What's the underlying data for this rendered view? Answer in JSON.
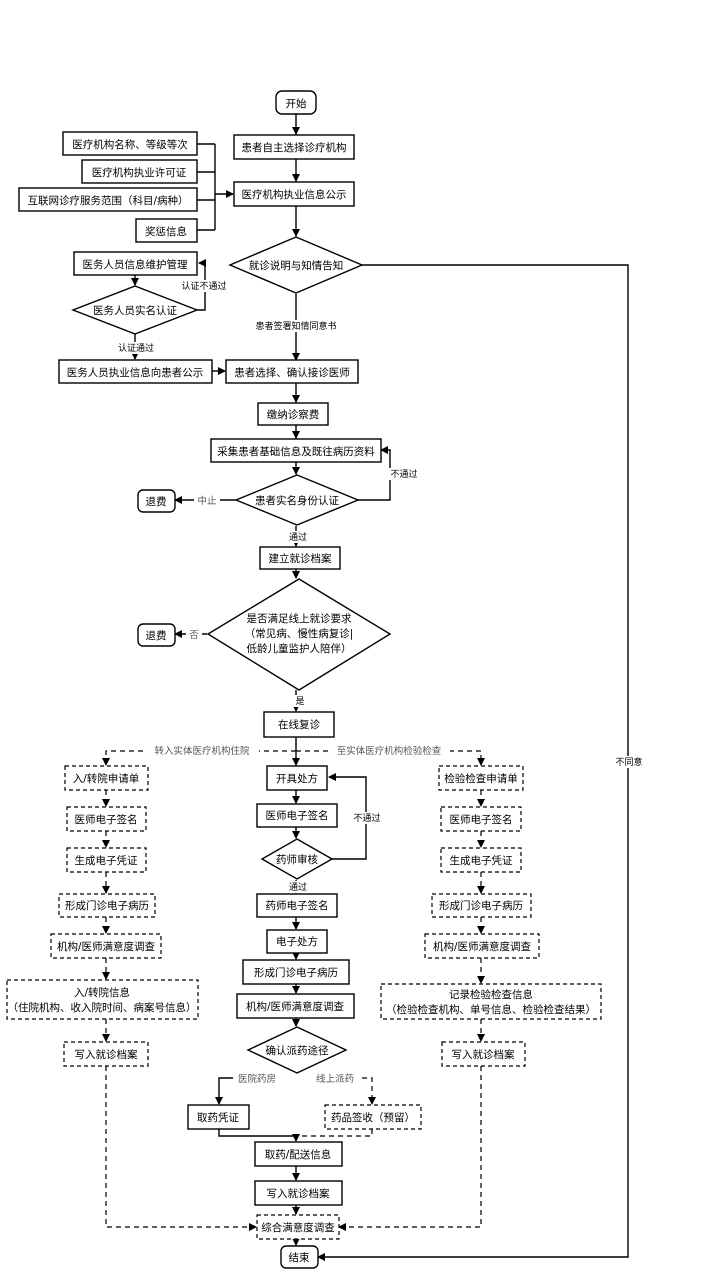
{
  "nodes": {
    "start": "开始",
    "self_select": "患者自主选择诊疗机构",
    "inst_name": "医疗机构名称、等级等次",
    "inst_license": "医疗机构执业许可证",
    "internet_scope": "互联网诊疗服务范围（科目/病种）",
    "reward": "奖惩信息",
    "inst_disclosure": "医疗机构执业信息公示",
    "informed": "就诊说明与知情告知",
    "staff_maint": "医务人员信息维护管理",
    "staff_verify": "医务人员实名认证",
    "staff_disclosure": "医务人员执业信息向患者公示",
    "choose_doctor": "患者选择、确认接诊医师",
    "pay": "缴纳诊察费",
    "collect": "采集患者基础信息及既往病历资料",
    "patient_verify": "患者实名身份认证",
    "refund1": "退费",
    "create_file": "建立就诊档案",
    "requirement_l1": "是否满足线上就诊要求",
    "requirement_l2": "（常见病、慢性病复诊|",
    "requirement_l3": "低龄儿童监护人陪伴）",
    "refund2": "退费",
    "online_revisit": "在线复诊",
    "prescribe": "开具处方",
    "doctor_sign": "医师电子签名",
    "pharm_review": "药师审核",
    "pharm_sign": "药师电子签名",
    "e_rx": "电子处方",
    "c_emr": "形成门诊电子病历",
    "c_survey": "机构/医师满意度调查",
    "dispense": "确认派药途径",
    "pickup_cert": "取药凭证",
    "drug_receipt": "药品签收（预留）",
    "pickup_info": "取药/配送信息",
    "c_archive": "写入就诊档案",
    "overall_survey": "综合满意度调查",
    "end": "结束",
    "l_apply": "入/转院申请单",
    "l_sign": "医师电子签名",
    "l_voucher": "生成电子凭证",
    "l_emr": "形成门诊电子病历",
    "l_survey": "机构/医师满意度调查",
    "l_info_l1": "入/转院信息",
    "l_info_l2": "（住院机构、收入院时间、病案号信息）",
    "l_archive": "写入就诊档案",
    "r_apply": "检验检查申请单",
    "r_sign": "医师电子签名",
    "r_voucher": "生成电子凭证",
    "r_emr": "形成门诊电子病历",
    "r_survey": "机构/医师满意度调查",
    "r_info_l1": "记录检验检查信息",
    "r_info_l2": "（检验检查机构、单号信息、检验检查结果）",
    "r_archive": "写入就诊档案"
  },
  "labels": {
    "cert_fail": "认证不通过",
    "cert_pass": "认证通过",
    "consent": "患者签署知情同意书",
    "not_pass": "不通过",
    "abort": "中止",
    "pass": "通过",
    "no": "否",
    "yes": "是",
    "to_inpatient": "转入实体医疗机构住院",
    "to_exam": "至实体医疗机构检验检查",
    "review_fail": "不通过",
    "review_pass": "通过",
    "hospital_pharmacy": "医院药房",
    "online_delivery": "线上派药",
    "disagree": "不同意"
  }
}
